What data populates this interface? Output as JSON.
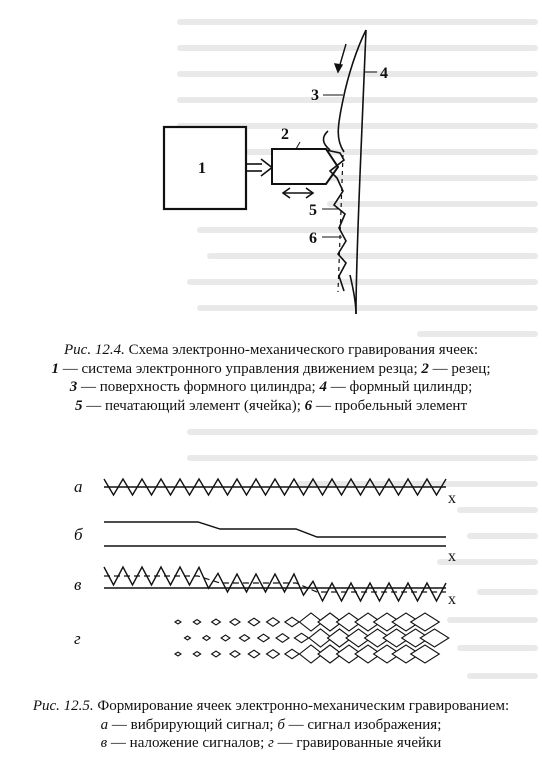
{
  "figure1": {
    "labels": {
      "n1": "1",
      "n2": "2",
      "n3": "3",
      "n4": "4",
      "n5": "5",
      "n6": "6"
    },
    "caption": {
      "lead": "Рис. 12.4.",
      "title": " Схема электронно-механического гравирования ячеек:",
      "l2_n1": "1",
      "l2_t1": " — система электронного управления движением резца; ",
      "l2_n2": "2",
      "l2_t2": " — резец;",
      "l3_n3": "3",
      "l3_t3": " — поверхность формного цилиндра; ",
      "l3_n4": "4",
      "l3_t4": " — формный цилиндр;",
      "l4_n5": "5",
      "l4_t5": " — печатающий элемент (ячейка); ",
      "l4_n6": "6",
      "l4_t6": " — пробельный элемент"
    }
  },
  "figure2": {
    "rows": [
      {
        "letter": "а",
        "axis": "x"
      },
      {
        "letter": "б",
        "axis": "x"
      },
      {
        "letter": "в",
        "axis": "x"
      },
      {
        "letter": "г",
        "axis": ""
      }
    ],
    "caption": {
      "lead": "Рис. 12.5.",
      "title": " Формирование ячеек электронно-механическим гравированием:",
      "l2_a": "а",
      "l2_ta": " — вибрирующий сигнал; ",
      "l2_b": "б",
      "l2_tb": " — сигнал изображения;",
      "l3_v": "в",
      "l3_tv": " — наложение сигналов; ",
      "l3_g": "г",
      "l3_tg": " — гравированные ячейки"
    }
  }
}
